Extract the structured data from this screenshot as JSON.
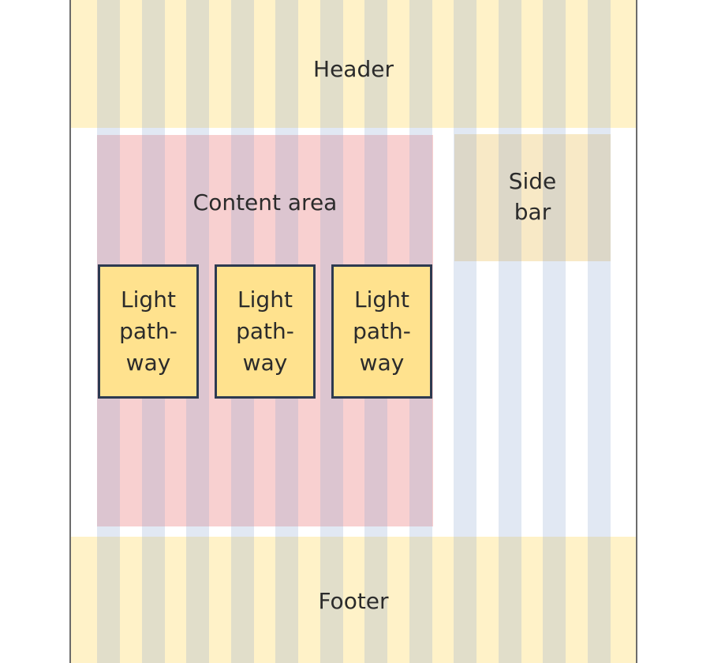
{
  "header": {
    "label": "Header"
  },
  "footer": {
    "label": "Footer"
  },
  "content": {
    "label": "Content area"
  },
  "sidebar": {
    "label_line1": "Side",
    "label_line2": "bar"
  },
  "pathways": [
    {
      "line1": "Light",
      "line2": "path-",
      "line3": "way"
    },
    {
      "line1": "Light",
      "line2": "path-",
      "line3": "way"
    },
    {
      "line1": "Light",
      "line2": "path-",
      "line3": "way"
    }
  ],
  "grid": {
    "columns": 12
  },
  "colors": {
    "header": "#fff2c8",
    "content": "#f8d0d0",
    "sidebar": "#f8e9c6",
    "pathway": "#ffe28e",
    "border": "#2d3a50"
  }
}
